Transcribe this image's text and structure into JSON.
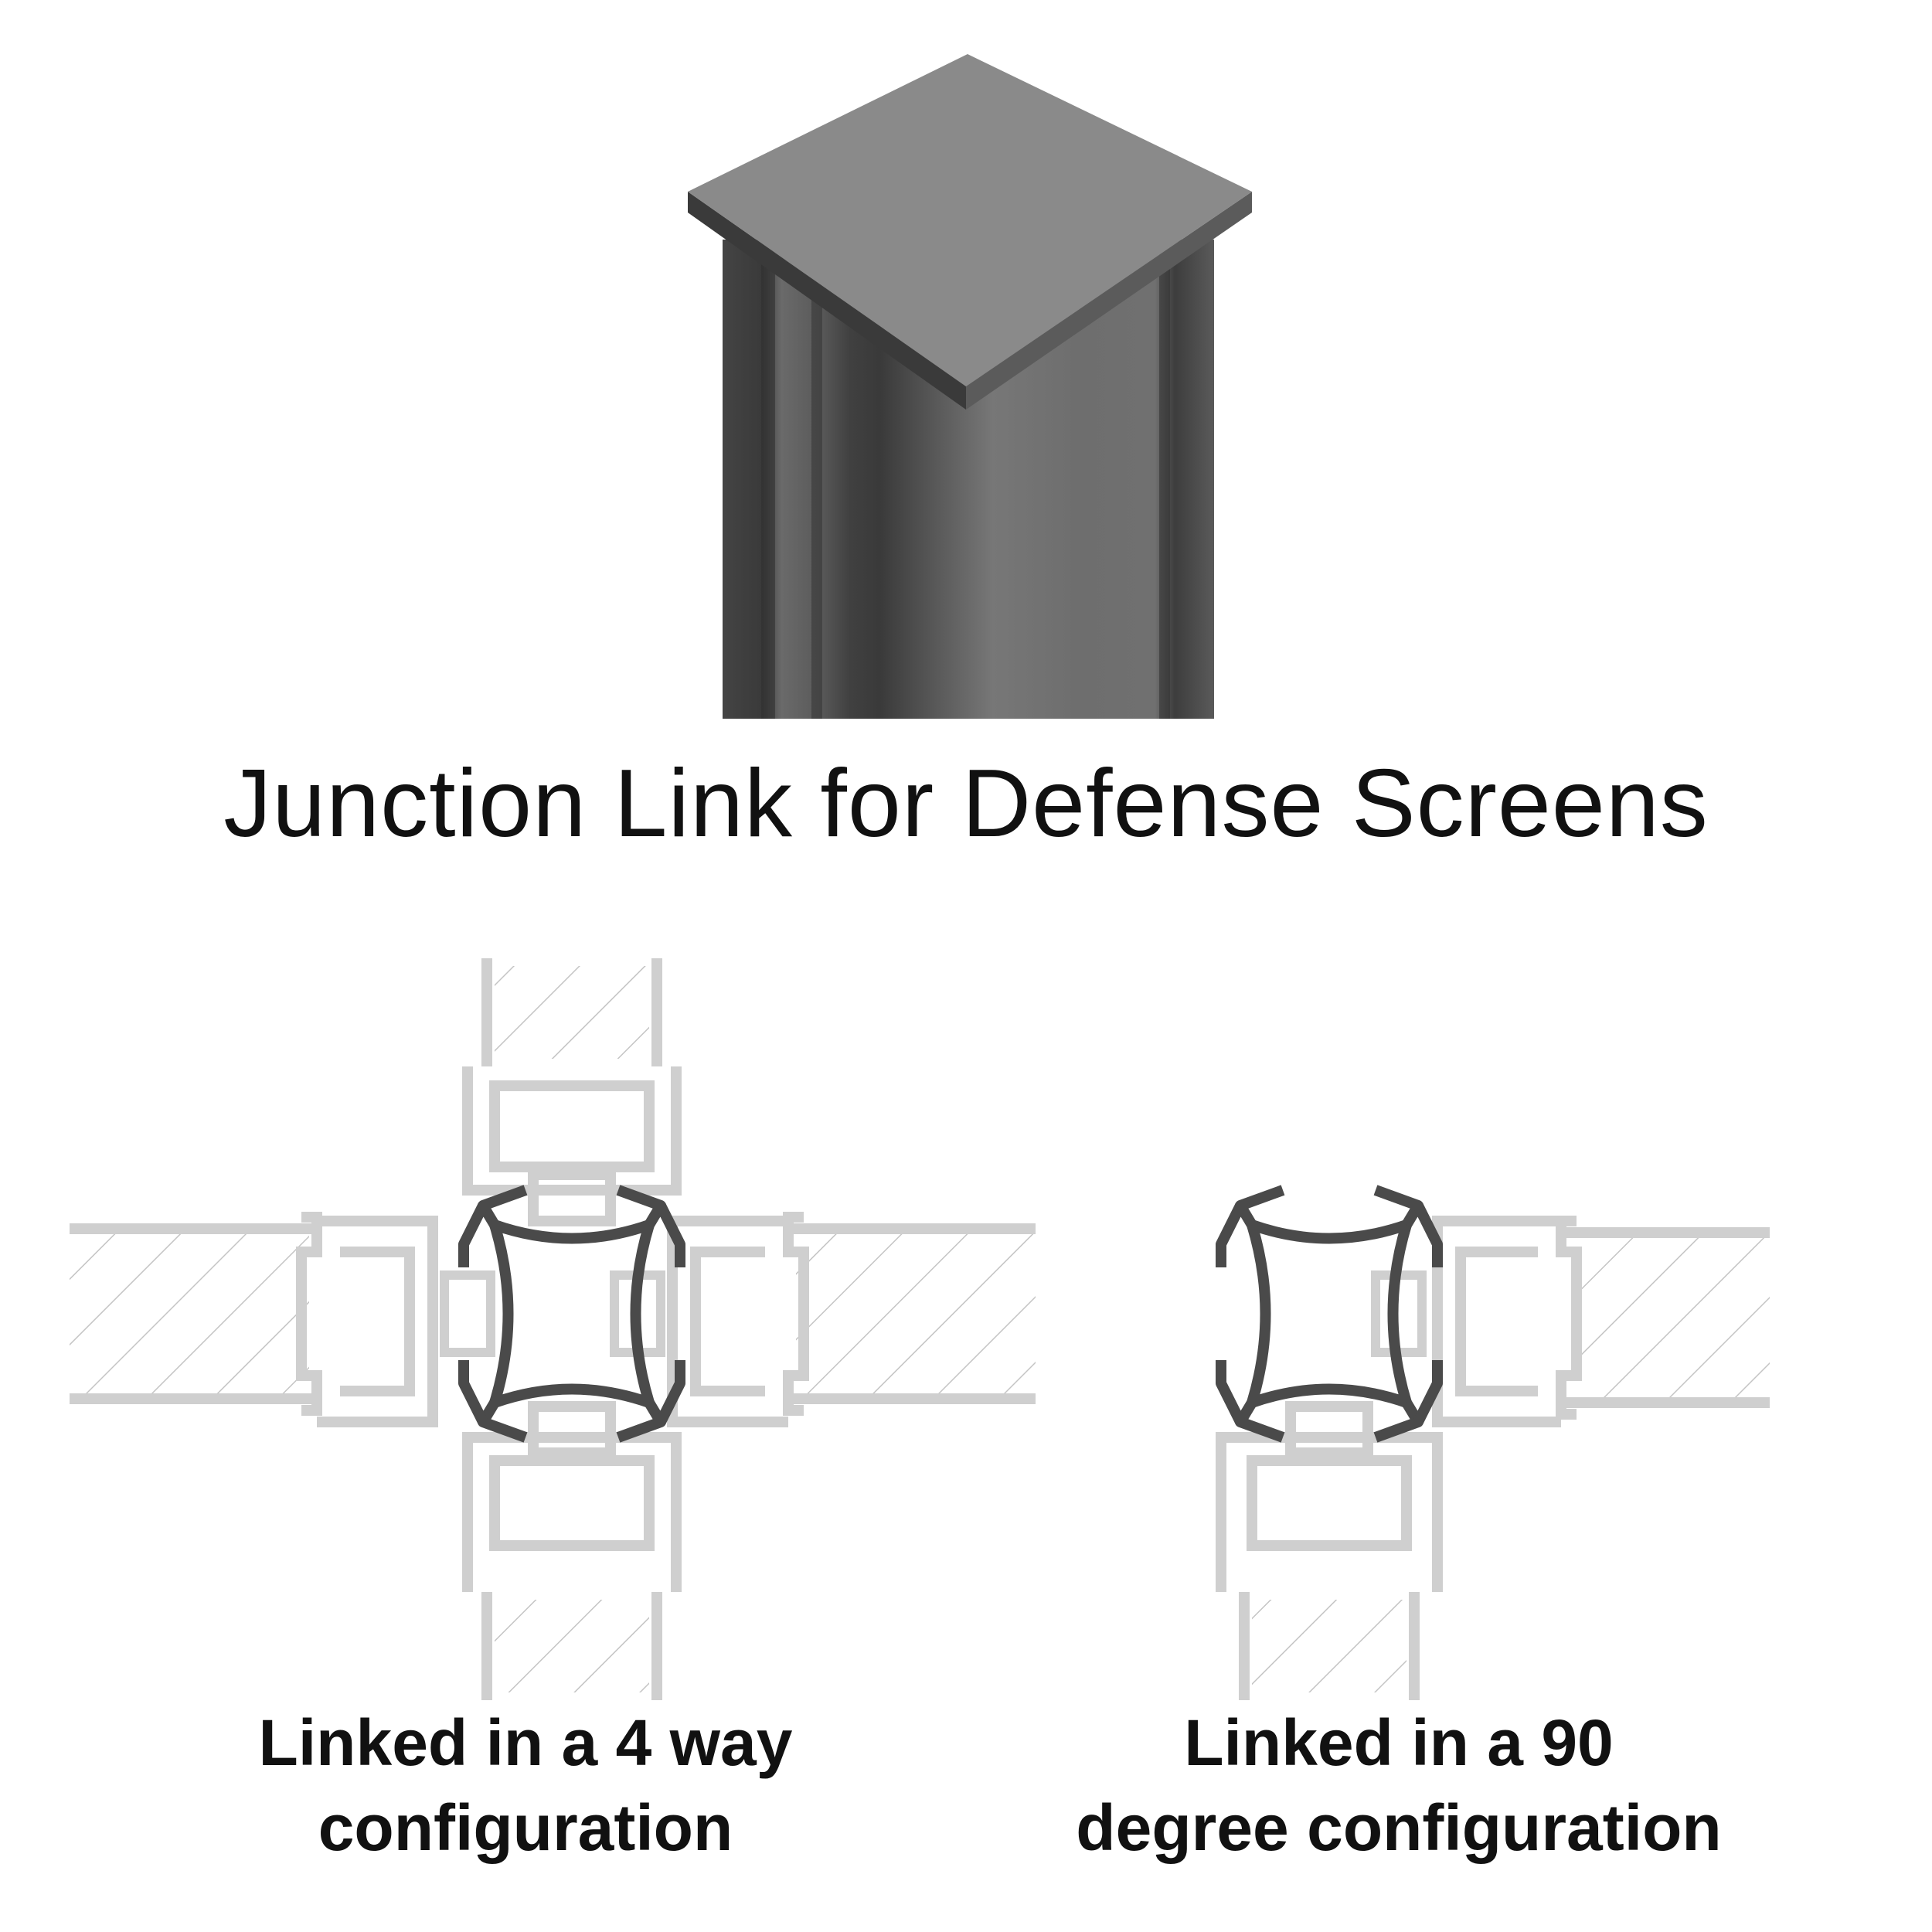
{
  "title": "Junction Link for Defense Screens",
  "captions": {
    "four_way": {
      "line1": "Linked in a 4 way",
      "line2": "configuration"
    },
    "ninety_degree": {
      "line1": "Linked in a 90",
      "line2": "degree configuration"
    }
  },
  "colors": {
    "post_top": "#8a8a8a",
    "post_dark": "#3c3c3c",
    "post_mid": "#6e6e6e",
    "connector": "#4a4a4a",
    "profile": "#cfcfcf",
    "hatch": "#c4c4c4",
    "text": "#111111"
  }
}
